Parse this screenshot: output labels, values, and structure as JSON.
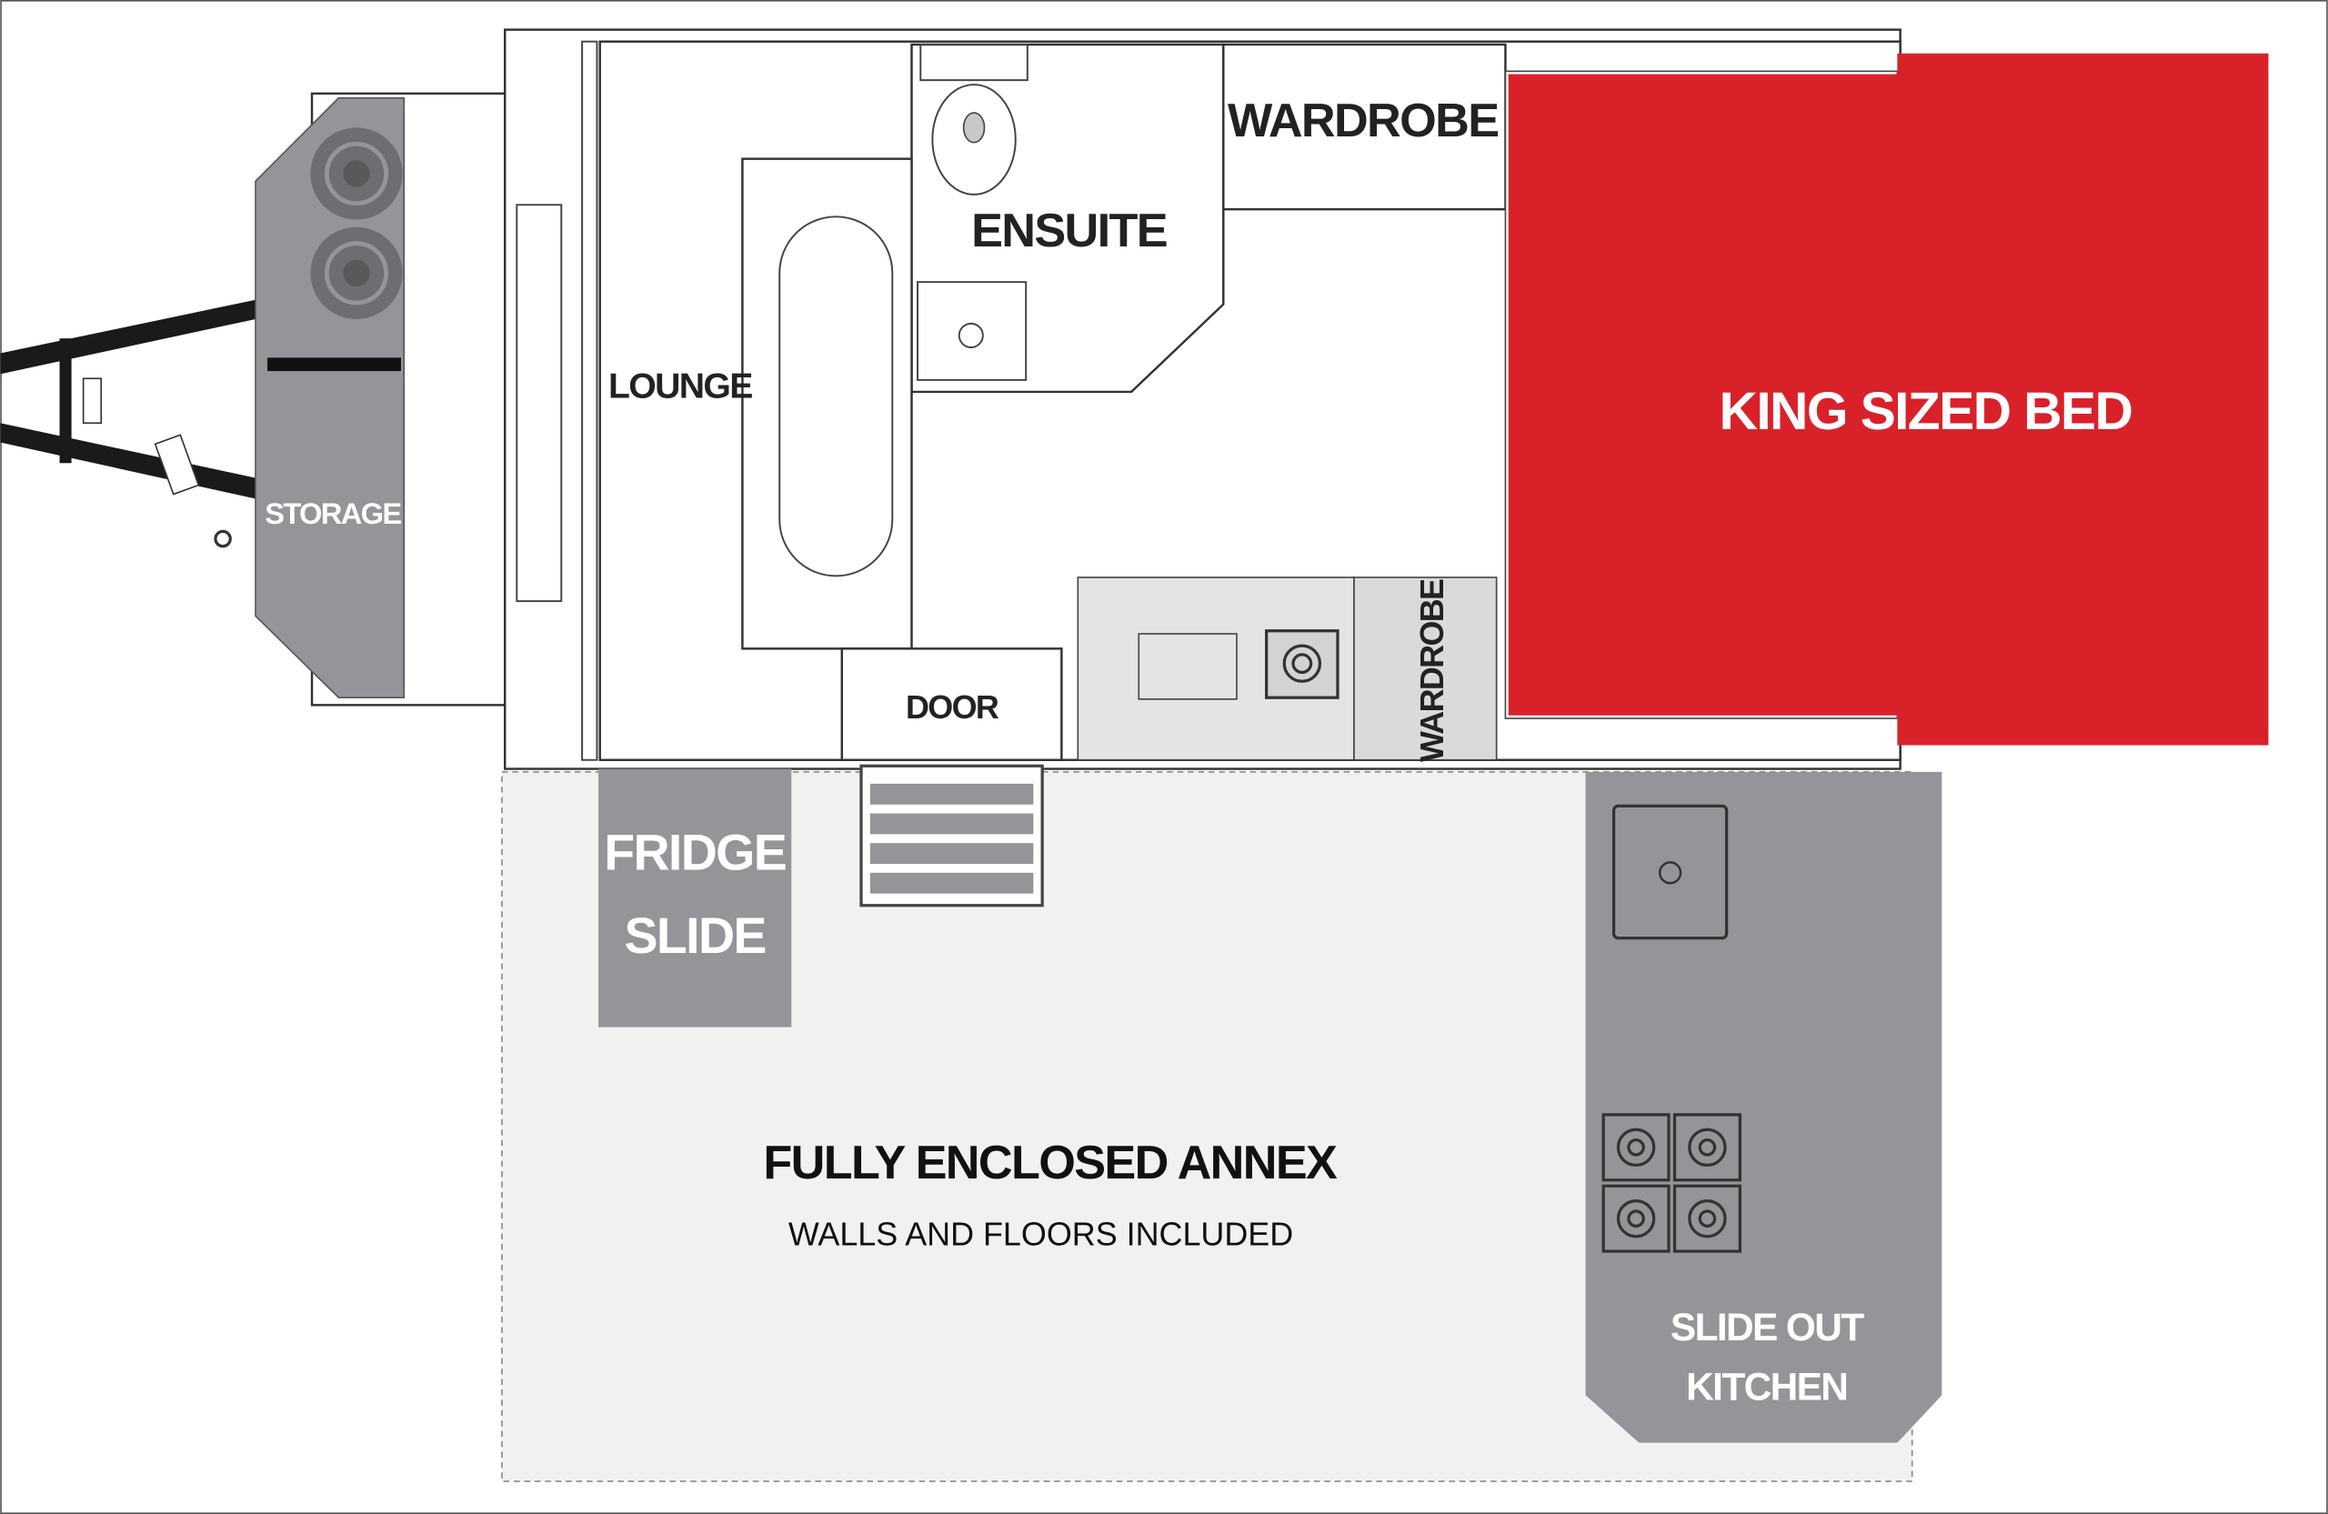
{
  "title": "Caravan floor plan",
  "colors": {
    "bed": "#d9212a",
    "module": "#939598",
    "annex": "#f1f1f2",
    "text_dark": "#222222",
    "text_light": "#ffffff"
  },
  "rooms": {
    "storage": "STORAGE",
    "lounge": "LOUNGE",
    "ensuite": "ENSUITE",
    "wardrobe_top": "WARDROBE",
    "wardrobe_side": "WARDROBE",
    "door": "DOOR",
    "bed": "KING SIZED BED",
    "fridge_line1": "FRIDGE",
    "fridge_line2": "SLIDE",
    "kitchen_line1": "SLIDE OUT",
    "kitchen_line2": "KITCHEN"
  },
  "annex": {
    "title": "FULLY ENCLOSED ANNEX",
    "subtitle": "WALLS AND FLOORS INCLUDED"
  }
}
